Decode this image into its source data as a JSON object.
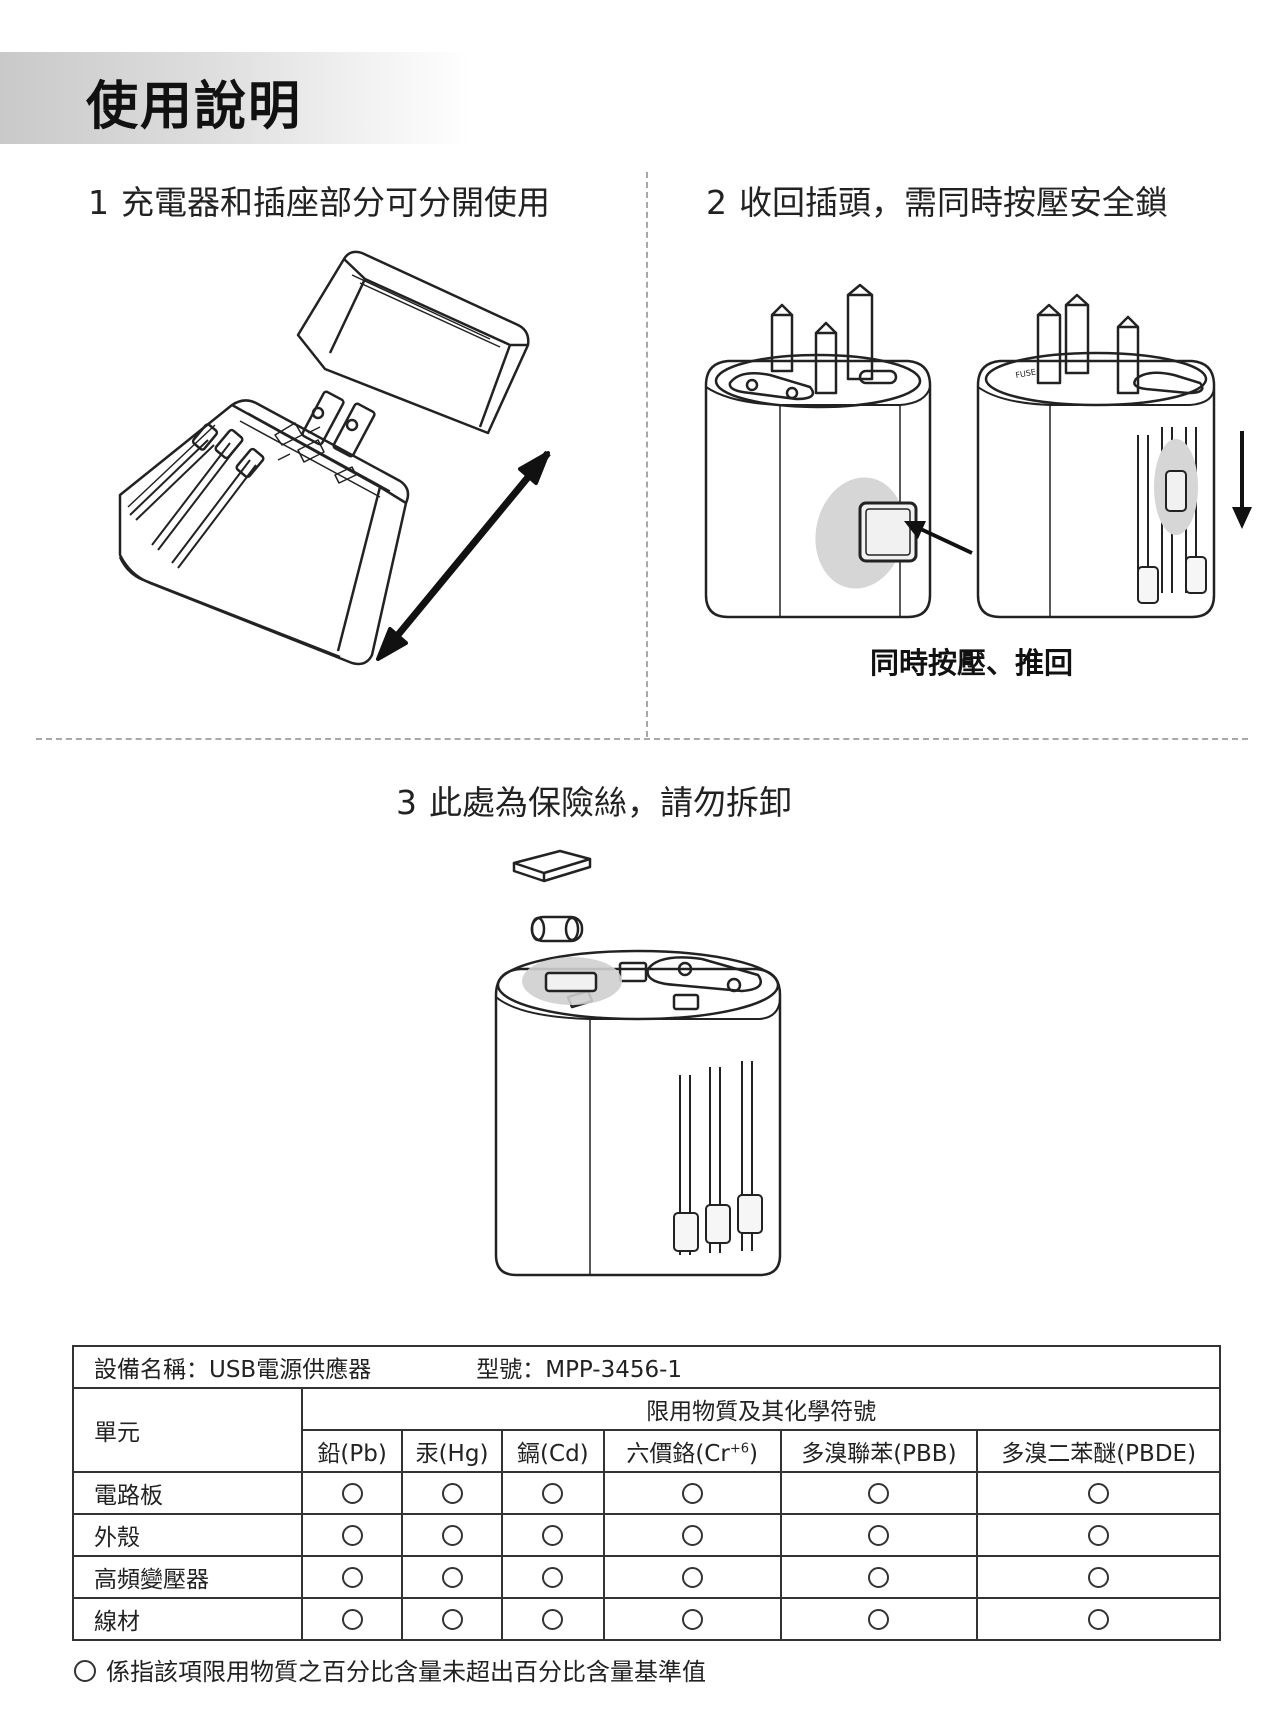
{
  "header": {
    "title": "使用說明"
  },
  "steps": [
    {
      "num": "1",
      "text": "充電器和插座部分可分開使用"
    },
    {
      "num": "2",
      "text": "收回插頭，需同時按壓安全鎖"
    },
    {
      "num": "3",
      "text": "此處為保險絲，請勿拆卸"
    }
  ],
  "step2_caption": "同時按壓、推回",
  "product_labels": {
    "fuse": "FUSE"
  },
  "table": {
    "device_label": "設備名稱：USB電源供應器",
    "model_label": "型號：MPP-3456-1",
    "unit_header": "單元",
    "group_header": "限用物質及其化學符號",
    "substances": [
      {
        "name": "鉛(Pb)"
      },
      {
        "name": "汞(Hg)"
      },
      {
        "name": "鎘(Cd)"
      },
      {
        "name": "六價鉻(Cr",
        "sup": "+6",
        "tail": ")"
      },
      {
        "name": "多溴聯苯(PBB)"
      },
      {
        "name": "多溴二苯醚(PBDE)"
      }
    ],
    "rows": [
      {
        "unit": "電路板",
        "marks": [
          "○",
          "○",
          "○",
          "○",
          "○",
          "○"
        ]
      },
      {
        "unit": "外殼",
        "marks": [
          "○",
          "○",
          "○",
          "○",
          "○",
          "○"
        ]
      },
      {
        "unit": "高頻變壓器",
        "marks": [
          "○",
          "○",
          "○",
          "○",
          "○",
          "○"
        ]
      },
      {
        "unit": "線材",
        "marks": [
          "○",
          "○",
          "○",
          "○",
          "○",
          "○"
        ]
      }
    ]
  },
  "footnote": "係指該項限用物質之百分比含量未超出百分比含量基準值"
}
